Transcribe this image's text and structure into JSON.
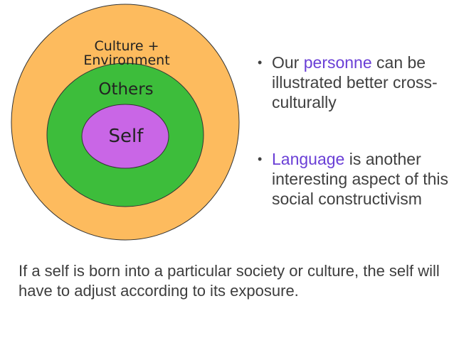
{
  "diagram": {
    "rings": {
      "outer": {
        "label_line1": "Culture +",
        "label_line2": "Environment",
        "color": "#FDBB5E"
      },
      "middle": {
        "label": "Others",
        "color": "#3DBD3B"
      },
      "inner": {
        "label": "Self",
        "color": "#C966E6"
      }
    }
  },
  "bullets": [
    {
      "before": "Our ",
      "highlight": "personne",
      "after": " can be illustrated better cross-culturally"
    },
    {
      "before": "",
      "highlight": "Language",
      "after": " is another interesting aspect of this social constructivism"
    }
  ],
  "caption": "If a self is born into a particular society or culture, the self will have to adjust according to its exposure.",
  "colors": {
    "highlight": "#6A3FD6",
    "text": "#404040"
  }
}
